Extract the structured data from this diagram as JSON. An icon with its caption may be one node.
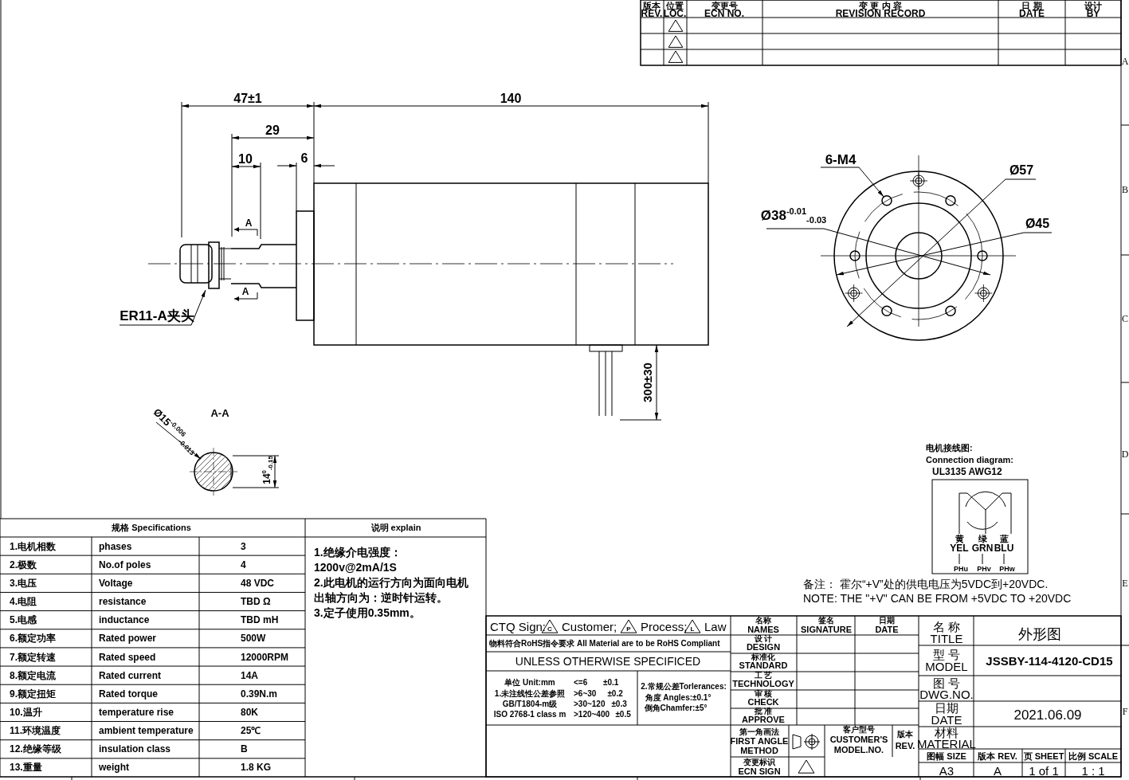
{
  "diagram": {
    "nodes": [
      {
        "text": [
          "ER11-A夹头"
        ]
      },
      {
        "text": [],
        "shape": "picture"
      },
      {
        "text": [
          "6-M4"
        ]
      },
      {
        "text": [],
        "shape": "circle"
      }
    ],
    "edges": [
      {
        "from": 0,
        "to": 1,
        "arrow": "to"
      },
      {
        "from": 2,
        "to": 3,
        "arrow": "to"
      }
    ],
    "labels": [
      "版本",
      "REV.",
      "位置",
      "LOC.",
      "变更号",
      "ECN NO.",
      "变 更 内 容",
      "REVISION RECORD",
      "日 期",
      "DATE",
      "设计",
      "BY",
      "A",
      "B",
      "C",
      "D",
      "E",
      "F",
      "47±1",
      "140",
      "29",
      "10",
      "6",
      "A",
      "A",
      "300±30",
      "A-A",
      "Ø15$^{-0.006}$$_{-0.013}$",
      "14$^{0}$$_{-0.15}$",
      "Ø57",
      "Ø45",
      "Ø38$^{-0.01}$$_{-0.03}$",
      "电机接线图:",
      "Connection diagram:",
      "UL3135 AWG12",
      "黄",
      "绿",
      "蓝",
      "YEL",
      "GRN",
      "BLU",
      "PHu",
      "PHv",
      "PHw",
      "备注： 霍尔“+V”处的供电电压为5VDC到+20VDC.",
      "NOTE: THE \"+V\" CAN BE FROM +5VDC TO +20VDC",
      "规格 Specifications",
      "说明 explain",
      "1.电机相数",
      "phases",
      "3",
      "2.极数",
      "No.of poles",
      "4",
      "3.电压",
      "Voltage",
      "48 VDC",
      "4.电阻",
      "resistance",
      "TBD Ω",
      "5.电感",
      "inductance",
      "TBD mH",
      "6.额定功率",
      "Rated power",
      "500W",
      "7.额定转速",
      "Rated speed",
      "12000RPM",
      "8.额定电流",
      "Rated current",
      "14A",
      "9.额定扭矩",
      "Rated torque",
      "0.39N.m",
      "10.温升",
      "temperature rise",
      "80K",
      "11.环境温度",
      "ambient temperature",
      "25℃",
      "12.绝缘等级",
      "insulation class",
      "B",
      "13.重量",
      "weight",
      "1.8 KG",
      "1.绝缘介电强度：1200v@2mA/1S",
      "2.此电机的运行方向为面向电机出轴方向为：逆时针运转。",
      "3.定子使用0.35mm。",
      "CTQ Sign:",
      "C",
      "Customer;",
      "P",
      "Process;",
      "L",
      "Law",
      "物料符合RoHS指令要求 All Material are to be RoHS Compliant",
      "UNLESS OTHERWISE SPECIFICED",
      "单位 Unit:mm",
      "1.未注线性公差参照",
      "GB/T1804-m级",
      "ISO 2768-1 class m",
      "<=6",
      "±0.1",
      ">6~30",
      "±0.2",
      ">30~120",
      "±0.3",
      ">120~400",
      "±0.5",
      "2.常规公差Torlerances:",
      "角度 Angles:±0.1°",
      "倒角Chamfer:±5°",
      "名称",
      "NAMES",
      "签名",
      "SIGNATURE",
      "日期",
      "DATE",
      "设 计",
      "DESIGN",
      "标准化",
      "STANDARD",
      "工 艺",
      "TECHNOLOGY",
      "审 核",
      "CHECK",
      "批 准",
      "APPROVE",
      "第一角画法",
      "FIRST ANGLE",
      "METHOD",
      "客户型号",
      "CUSTOMER'S",
      "MODEL.NO.",
      "版本",
      "REV.",
      "变更标识",
      "ECN SIGN",
      "名 称",
      "TITLE",
      "外形图",
      "型 号",
      "MODEL",
      "JSSBY-114-4120-CD15",
      "图 号",
      "DWG.NO.",
      "日期",
      "DATE",
      "2021.06.09",
      "材料",
      "MATERIAL",
      "图幅 SIZE",
      "版本 REV.",
      "页 SHEET",
      "比例 SCALE",
      "A3",
      "A",
      "1 of 1",
      "1 : 1"
    ]
  }
}
